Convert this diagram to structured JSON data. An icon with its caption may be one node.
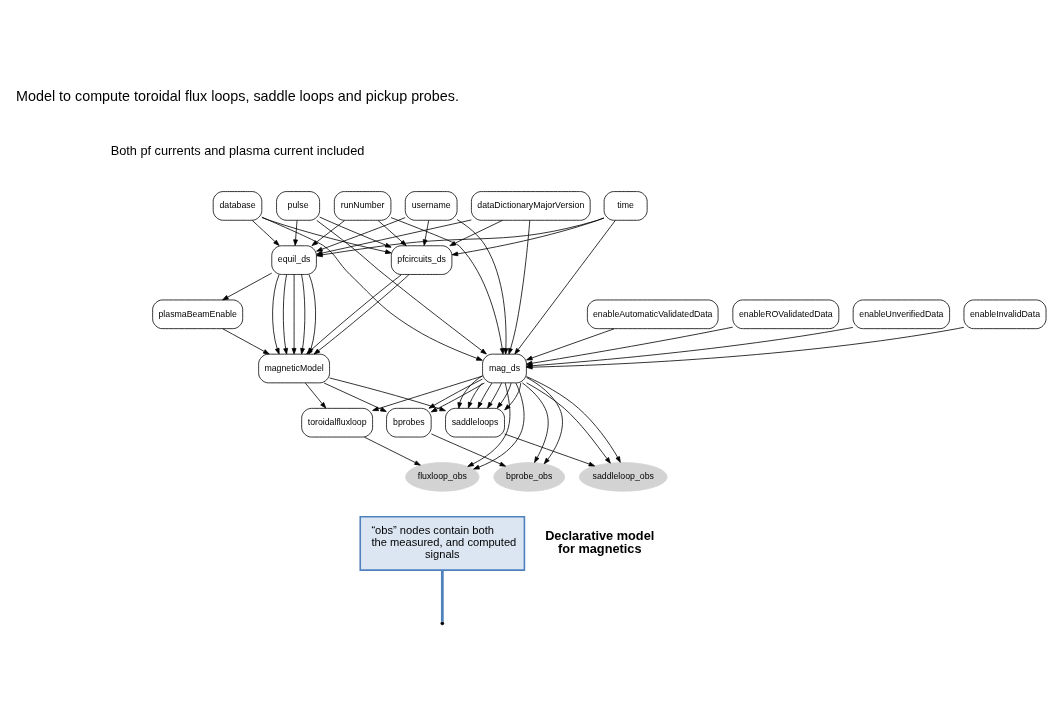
{
  "diagram": {
    "nodes": [
      {
        "text": [
          "pulse"
        ]
      },
      {
        "text": [
          "runNumber"
        ]
      },
      {
        "text": [
          "username"
        ]
      },
      {
        "text": [
          "database"
        ]
      },
      {
        "text": [
          "dataDictionaryMajorVersion"
        ]
      },
      {
        "text": [
          "time"
        ]
      },
      {
        "text": [
          "equil_ds"
        ]
      },
      {
        "text": [
          "pfcircuits_ds"
        ]
      },
      {
        "text": [
          "plasmaBeamEnable"
        ]
      },
      {
        "text": [
          "enableAutomaticValidatedData"
        ]
      },
      {
        "text": [
          "enableROValidatedData"
        ]
      },
      {
        "text": [
          "enableUnverifiedData"
        ]
      },
      {
        "text": [
          "enableInvalidData"
        ]
      },
      {
        "text": [
          "magneticModel"
        ]
      },
      {
        "text": [
          "mag_ds"
        ]
      },
      {
        "text": [
          "toroidalfluxloop"
        ]
      },
      {
        "text": [
          "bprobes"
        ]
      },
      {
        "text": [
          "saddleloops"
        ]
      },
      {
        "text": [
          "bprobe_obs"
        ]
      },
      {
        "text": [
          "fluxloop_obs"
        ]
      },
      {
        "text": [
          "saddleloop_obs"
        ]
      },
      {
        "text": [
          "“obs” nodes contain both the measured, and computed signals"
        ]
      }
    ],
    "edges": [
      {
        "from": 0,
        "to": 6,
        "arrow": "to"
      },
      {
        "from": 0,
        "to": 7,
        "arrow": "to"
      },
      {
        "from": 0,
        "to": 14,
        "arrow": "to"
      },
      {
        "from": 1,
        "to": 6,
        "arrow": "to"
      },
      {
        "from": 1,
        "to": 7,
        "arrow": "to"
      },
      {
        "from": 1,
        "to": 14,
        "arrow": "to"
      },
      {
        "from": 2,
        "to": 6,
        "arrow": "to"
      },
      {
        "from": 2,
        "to": 7,
        "arrow": "to"
      },
      {
        "from": 2,
        "to": 14,
        "arrow": "to"
      },
      {
        "from": 3,
        "to": 6,
        "arrow": "to"
      },
      {
        "from": 3,
        "to": 7,
        "arrow": "to"
      },
      {
        "from": 3,
        "to": 14,
        "arrow": "to"
      },
      {
        "from": 4,
        "to": 6,
        "arrow": "to"
      },
      {
        "from": 4,
        "to": 7,
        "arrow": "to"
      },
      {
        "from": 4,
        "to": 14,
        "arrow": "to"
      },
      {
        "from": 5,
        "to": 6,
        "arrow": "to"
      },
      {
        "from": 5,
        "to": 7,
        "arrow": "to"
      },
      {
        "from": 5,
        "to": 14,
        "arrow": "to"
      },
      {
        "from": 6,
        "to": 8,
        "arrow": "to"
      },
      {
        "from": 6,
        "to": 13,
        "arrow": "to"
      },
      {
        "from": 6,
        "to": 13,
        "arrow": "to"
      },
      {
        "from": 6,
        "to": 13,
        "arrow": "to"
      },
      {
        "from": 6,
        "to": 13,
        "arrow": "to"
      },
      {
        "from": 6,
        "to": 13,
        "arrow": "to"
      },
      {
        "from": 7,
        "to": 13,
        "arrow": "to"
      },
      {
        "from": 7,
        "to": 13,
        "arrow": "to"
      },
      {
        "from": 8,
        "to": 13,
        "arrow": "to"
      },
      {
        "from": 9,
        "to": 14,
        "arrow": "to"
      },
      {
        "from": 10,
        "to": 14,
        "arrow": "to"
      },
      {
        "from": 11,
        "to": 14,
        "arrow": "to"
      },
      {
        "from": 12,
        "to": 14,
        "arrow": "to"
      },
      {
        "from": 13,
        "to": 15,
        "arrow": "to"
      },
      {
        "from": 13,
        "to": 16,
        "arrow": "to"
      },
      {
        "from": 13,
        "to": 17,
        "arrow": "to"
      },
      {
        "from": 14,
        "to": 15,
        "arrow": "to"
      },
      {
        "from": 14,
        "to": 16,
        "arrow": "to"
      },
      {
        "from": 14,
        "to": 16,
        "arrow": "to"
      },
      {
        "from": 14,
        "to": 17,
        "arrow": "to"
      },
      {
        "from": 14,
        "to": 17,
        "arrow": "to"
      },
      {
        "from": 14,
        "to": 17,
        "arrow": "to"
      },
      {
        "from": 14,
        "to": 17,
        "arrow": "to"
      },
      {
        "from": 14,
        "to": 17,
        "arrow": "to"
      },
      {
        "from": 14,
        "to": 17,
        "arrow": "to"
      },
      {
        "from": 14,
        "to": 18,
        "arrow": "to"
      },
      {
        "from": 14,
        "to": 18,
        "arrow": "to"
      },
      {
        "from": 14,
        "to": 19,
        "arrow": "to"
      },
      {
        "from": 14,
        "to": 19,
        "arrow": "to"
      },
      {
        "from": 14,
        "to": 20,
        "arrow": "to"
      },
      {
        "from": 14,
        "to": 20,
        "arrow": "to"
      },
      {
        "from": 15,
        "to": 19,
        "arrow": "to"
      },
      {
        "from": 16,
        "to": 18,
        "arrow": "to"
      },
      {
        "from": 17,
        "to": 20,
        "arrow": "to"
      },
      {
        "from": 21,
        "to": null,
        "arrow": "none",
        "style": "thick",
        "color": "#4f81bd"
      }
    ],
    "labels": [
      "Model to compute toroidal flux loops, saddle loops and pickup probes.",
      "Both pf currents and plasma current included",
      "Declarative model for magnetics"
    ]
  }
}
